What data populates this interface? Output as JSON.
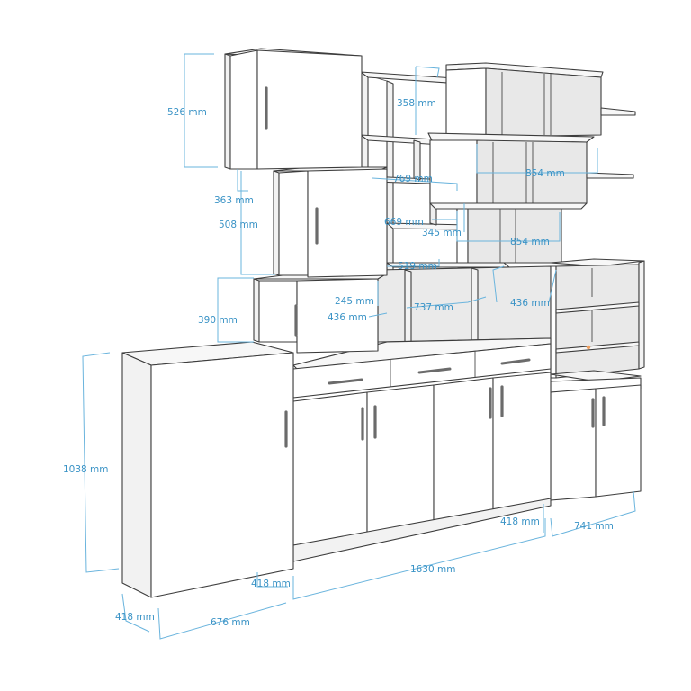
{
  "colors": {
    "dimension": "#3a93c6",
    "dimension_line": "#6ab4dd",
    "panel_front": "#ffffff",
    "panel_side": "#f2f2f2",
    "panel_top": "#f7f7f7",
    "interior_shade": "#e6e6e6",
    "edge": "#3c3c3c",
    "handle": "#6b6b6b",
    "accent_dot": "#f0a060"
  },
  "dimensions": {
    "top_cabinet_height": "526 mm",
    "gap_363": "363 mm",
    "mid_cabinet_height": "508 mm",
    "low_cabinet_height": "390 mm",
    "tall_cabinet_height": "1038 mm",
    "tall_depth": "418 mm",
    "tall_width": "676 mm",
    "base_depth": "418 mm",
    "base_width": "1630 mm",
    "side_base_depth": "418 mm",
    "side_base_width": "741 mm",
    "shelf_358": "358 mm",
    "shelf_769": "769 mm",
    "shelf_669": "669 mm",
    "shelf_345": "345 mm",
    "shelf_519": "519 mm",
    "shelf_245": "245 mm",
    "shelf_436_a": "436 mm",
    "shelf_737": "737 mm",
    "shelf_436_b": "436 mm",
    "box_854_top": "854 mm",
    "box_854_mid": "854 mm"
  }
}
